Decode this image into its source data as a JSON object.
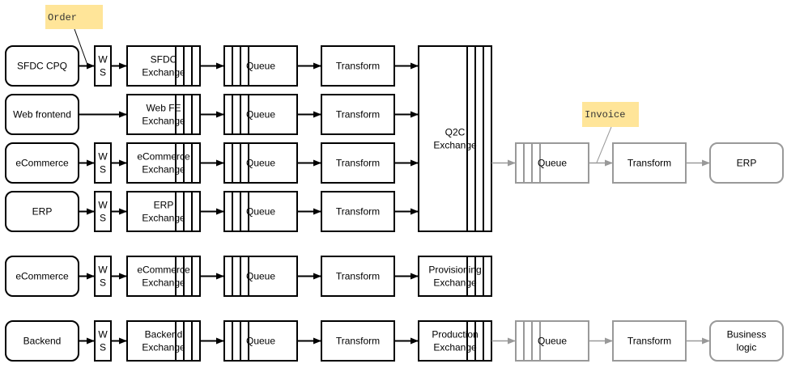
{
  "colors": {
    "line": "#000000",
    "faded": "#999999",
    "note_bg": "#ffe599",
    "faded_text": "#888888"
  },
  "notes": [
    {
      "id": "order",
      "text": "Order"
    },
    {
      "id": "invoice",
      "text": "Invoice"
    }
  ],
  "rows": [
    {
      "source": [
        "SFDC CPQ"
      ],
      "ws": true,
      "exchange": [
        "SFDC",
        "Exchange"
      ],
      "queue": [
        "Queue"
      ],
      "transform": [
        "Transform"
      ]
    },
    {
      "source": [
        "Web frontend"
      ],
      "ws": false,
      "exchange": [
        "Web FE",
        "Exchange"
      ],
      "queue": [
        "Queue"
      ],
      "transform": [
        "Transform"
      ]
    },
    {
      "source": [
        "eCommerce"
      ],
      "ws": true,
      "exchange": [
        "eCommerce",
        "Exchange"
      ],
      "queue": [
        "Queue"
      ],
      "transform": [
        "Transform"
      ]
    },
    {
      "source": [
        "ERP"
      ],
      "ws": true,
      "exchange": [
        "ERP",
        "Exchange"
      ],
      "queue": [
        "Queue"
      ],
      "transform": [
        "Transform"
      ]
    },
    {
      "source": [
        "eCommerce"
      ],
      "ws": true,
      "exchange": [
        "eCommerce",
        "Exchange"
      ],
      "queue": [
        "Queue"
      ],
      "transform": [
        "Transform"
      ]
    },
    {
      "source": [
        "Backend"
      ],
      "ws": true,
      "exchange": [
        "Backend",
        "Exchange"
      ],
      "queue": [
        "Queue"
      ],
      "transform": [
        "Transform"
      ]
    }
  ],
  "ws_label": [
    "W",
    "S"
  ],
  "target_exchanges": [
    {
      "label": [
        "Q2C",
        "Exchange"
      ]
    },
    {
      "label": [
        "Provisioning",
        "Exchange"
      ]
    },
    {
      "label": [
        "Production",
        "Exchange"
      ]
    }
  ],
  "downstream": [
    {
      "queue": [
        "Queue"
      ],
      "transform": [
        "Transform"
      ],
      "sink": [
        "ERP"
      ]
    },
    {
      "queue": [
        "Queue"
      ],
      "transform": [
        "Transform"
      ],
      "sink": [
        "Business",
        "logic"
      ]
    }
  ]
}
